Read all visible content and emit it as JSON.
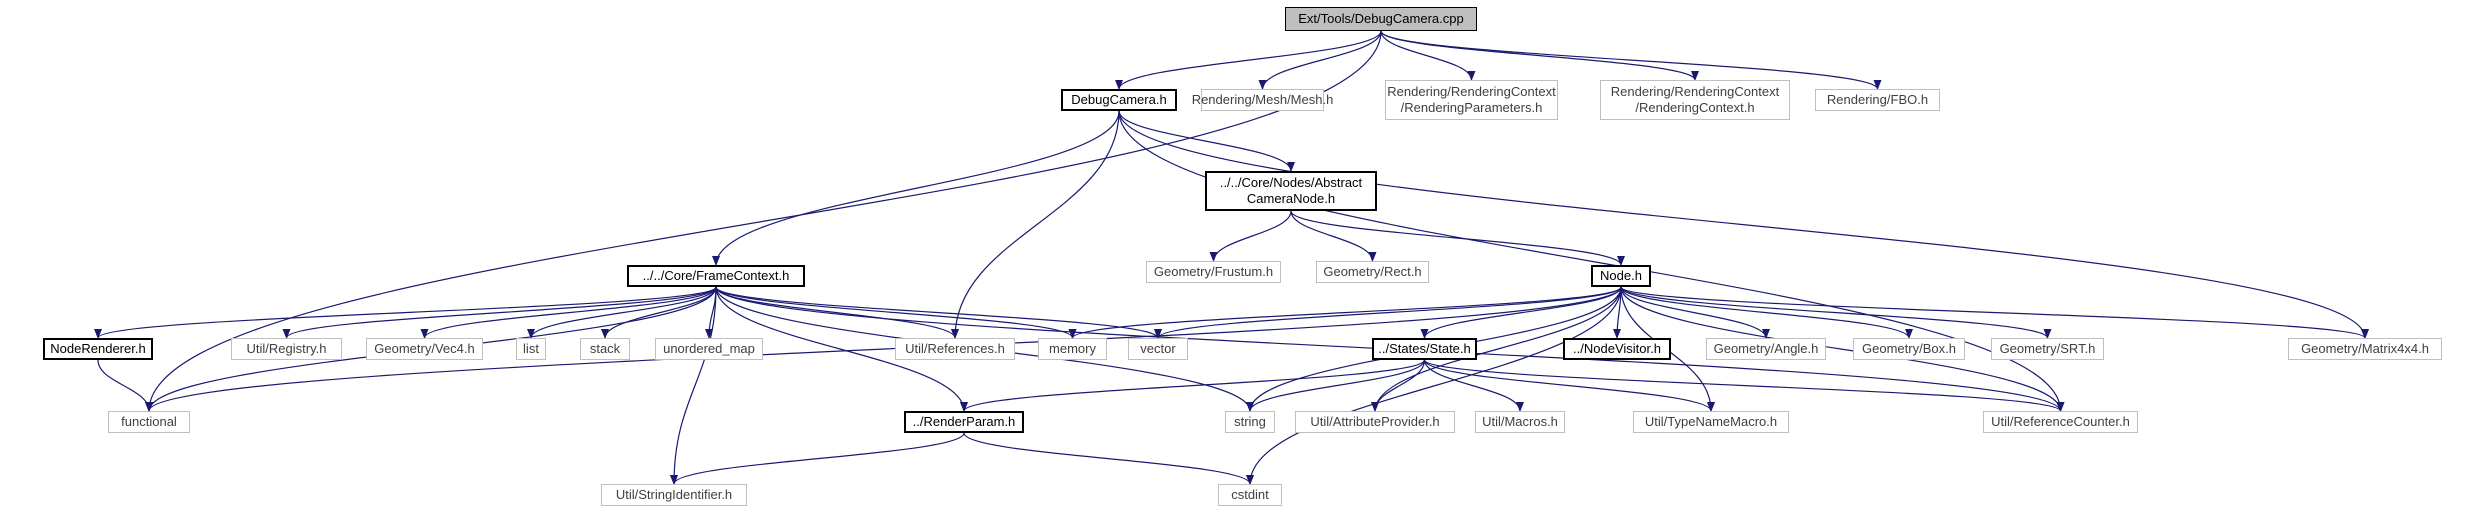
{
  "diagram": {
    "edge_color": "#191970",
    "nodes": [
      {
        "id": "root",
        "label": "Ext/Tools/DebugCamera.cpp",
        "kind": "root"
      },
      {
        "id": "debugcam",
        "label": "DebugCamera.h",
        "kind": "local"
      },
      {
        "id": "mesh",
        "label": "Rendering/Mesh/Mesh.h",
        "kind": "external"
      },
      {
        "id": "rparams",
        "label": "Rendering/RenderingContext\n/RenderingParameters.h",
        "kind": "external"
      },
      {
        "id": "rctx",
        "label": "Rendering/RenderingContext\n/RenderingContext.h",
        "kind": "external"
      },
      {
        "id": "fbo",
        "label": "Rendering/FBO.h",
        "kind": "external"
      },
      {
        "id": "abscam",
        "label": "../../Core/Nodes/Abstract\nCameraNode.h",
        "kind": "local"
      },
      {
        "id": "frustum",
        "label": "Geometry/Frustum.h",
        "kind": "external"
      },
      {
        "id": "rect",
        "label": "Geometry/Rect.h",
        "kind": "external"
      },
      {
        "id": "framectx",
        "label": "../../Core/FrameContext.h",
        "kind": "local"
      },
      {
        "id": "node",
        "label": "Node.h",
        "kind": "local"
      },
      {
        "id": "noderenderer",
        "label": "NodeRenderer.h",
        "kind": "local"
      },
      {
        "id": "registry",
        "label": "Util/Registry.h",
        "kind": "external"
      },
      {
        "id": "vec4",
        "label": "Geometry/Vec4.h",
        "kind": "external"
      },
      {
        "id": "list",
        "label": "list",
        "kind": "external"
      },
      {
        "id": "stack",
        "label": "stack",
        "kind": "external"
      },
      {
        "id": "umap",
        "label": "unordered_map",
        "kind": "external"
      },
      {
        "id": "references",
        "label": "Util/References.h",
        "kind": "external"
      },
      {
        "id": "memory",
        "label": "memory",
        "kind": "external"
      },
      {
        "id": "vector",
        "label": "vector",
        "kind": "external"
      },
      {
        "id": "state",
        "label": "../States/State.h",
        "kind": "local"
      },
      {
        "id": "nodevisitor",
        "label": "../NodeVisitor.h",
        "kind": "local"
      },
      {
        "id": "angle",
        "label": "Geometry/Angle.h",
        "kind": "external"
      },
      {
        "id": "box",
        "label": "Geometry/Box.h",
        "kind": "external"
      },
      {
        "id": "srt",
        "label": "Geometry/SRT.h",
        "kind": "external"
      },
      {
        "id": "matrix",
        "label": "Geometry/Matrix4x4.h",
        "kind": "external"
      },
      {
        "id": "functional",
        "label": "functional",
        "kind": "external"
      },
      {
        "id": "renderparam",
        "label": "../RenderParam.h",
        "kind": "local"
      },
      {
        "id": "string",
        "label": "string",
        "kind": "external"
      },
      {
        "id": "attrprov",
        "label": "Util/AttributeProvider.h",
        "kind": "external"
      },
      {
        "id": "macros",
        "label": "Util/Macros.h",
        "kind": "external"
      },
      {
        "id": "typename",
        "label": "Util/TypeNameMacro.h",
        "kind": "external"
      },
      {
        "id": "refcount",
        "label": "Util/ReferenceCounter.h",
        "kind": "external"
      },
      {
        "id": "stringid",
        "label": "Util/StringIdentifier.h",
        "kind": "external"
      },
      {
        "id": "cstdint",
        "label": "cstdint",
        "kind": "external"
      }
    ],
    "edges": [
      [
        "root",
        "debugcam"
      ],
      [
        "root",
        "mesh"
      ],
      [
        "root",
        "rparams"
      ],
      [
        "root",
        "rctx"
      ],
      [
        "root",
        "fbo"
      ],
      [
        "root",
        "functional"
      ],
      [
        "debugcam",
        "abscam"
      ],
      [
        "debugcam",
        "framectx"
      ],
      [
        "debugcam",
        "references"
      ],
      [
        "debugcam",
        "matrix"
      ],
      [
        "debugcam",
        "refcount"
      ],
      [
        "abscam",
        "frustum"
      ],
      [
        "abscam",
        "rect"
      ],
      [
        "abscam",
        "node"
      ],
      [
        "framectx",
        "noderenderer"
      ],
      [
        "framectx",
        "registry"
      ],
      [
        "framectx",
        "vec4"
      ],
      [
        "framectx",
        "list"
      ],
      [
        "framectx",
        "stack"
      ],
      [
        "framectx",
        "umap"
      ],
      [
        "framectx",
        "references"
      ],
      [
        "framectx",
        "memory"
      ],
      [
        "framectx",
        "vector"
      ],
      [
        "framectx",
        "functional"
      ],
      [
        "framectx",
        "renderparam"
      ],
      [
        "framectx",
        "string"
      ],
      [
        "framectx",
        "refcount"
      ],
      [
        "framectx",
        "stringid"
      ],
      [
        "noderenderer",
        "functional"
      ],
      [
        "node",
        "memory"
      ],
      [
        "node",
        "vector"
      ],
      [
        "node",
        "state"
      ],
      [
        "node",
        "nodevisitor"
      ],
      [
        "node",
        "angle"
      ],
      [
        "node",
        "box"
      ],
      [
        "node",
        "srt"
      ],
      [
        "node",
        "matrix"
      ],
      [
        "node",
        "functional"
      ],
      [
        "node",
        "string"
      ],
      [
        "node",
        "attrprov"
      ],
      [
        "node",
        "typename"
      ],
      [
        "node",
        "refcount"
      ],
      [
        "node",
        "cstdint"
      ],
      [
        "state",
        "renderparam"
      ],
      [
        "state",
        "string"
      ],
      [
        "state",
        "attrprov"
      ],
      [
        "state",
        "macros"
      ],
      [
        "state",
        "typename"
      ],
      [
        "state",
        "refcount"
      ],
      [
        "renderparam",
        "stringid"
      ],
      [
        "renderparam",
        "cstdint"
      ]
    ]
  }
}
